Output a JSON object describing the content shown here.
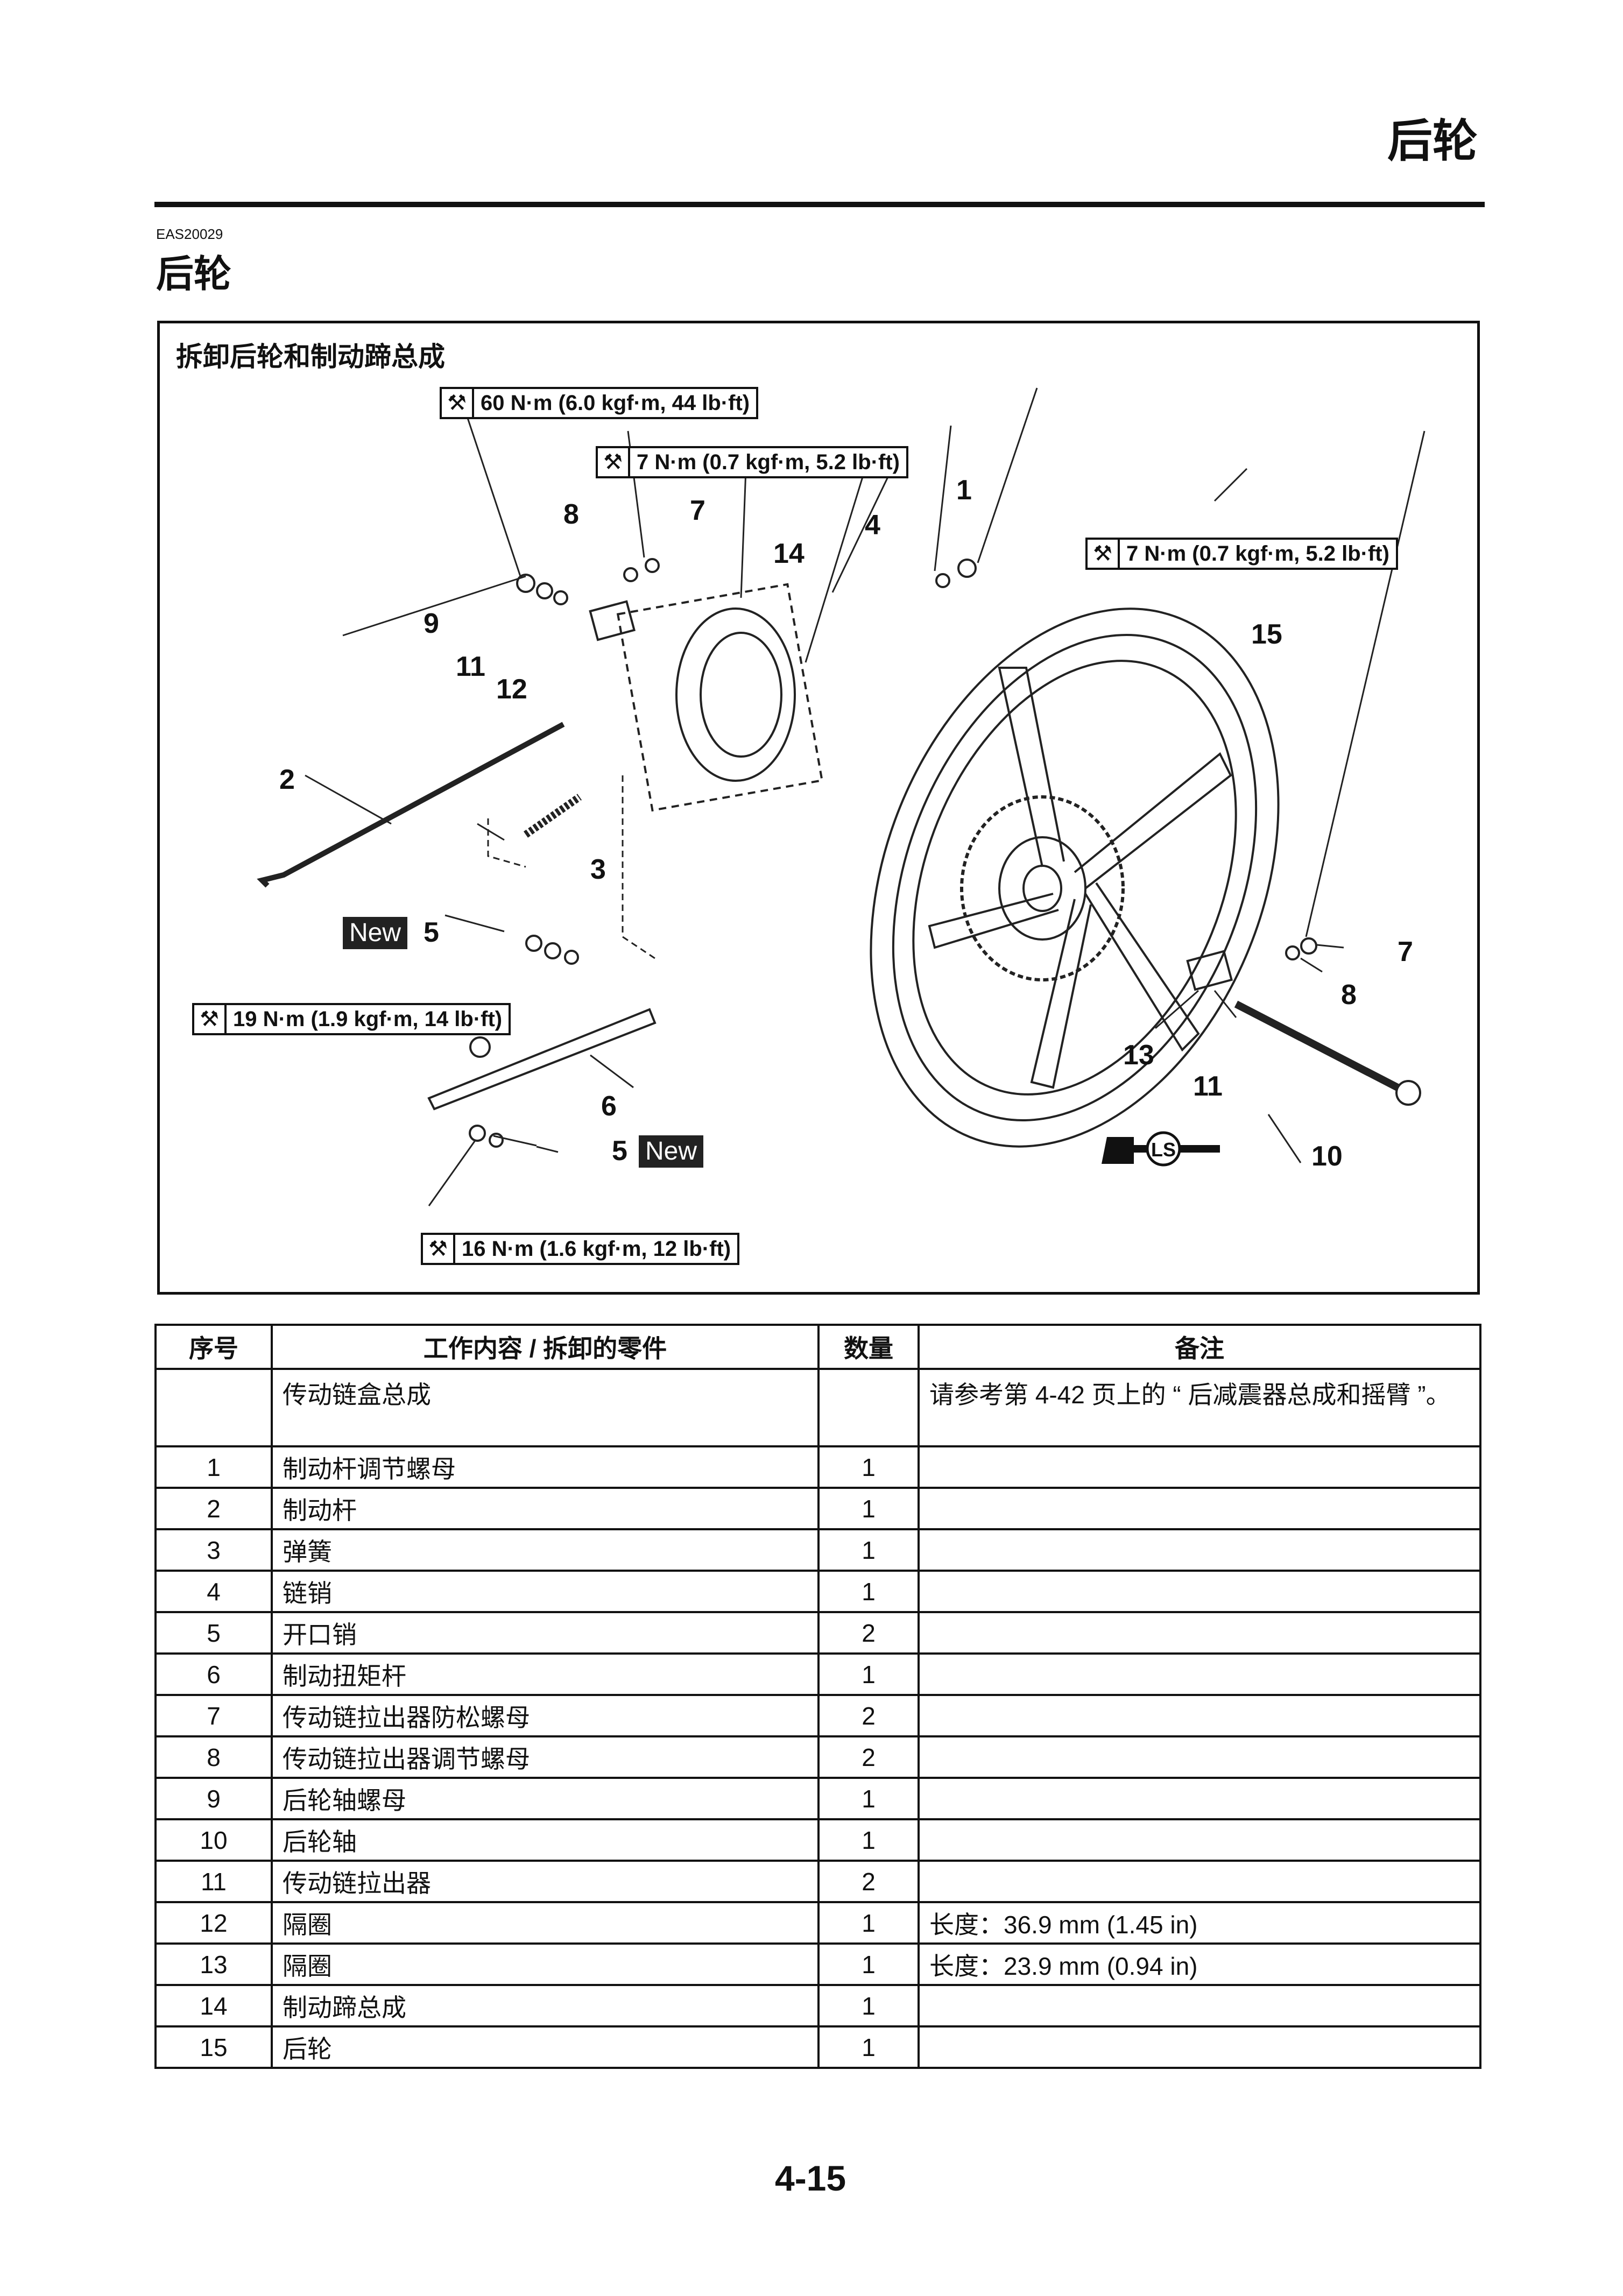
{
  "header": {
    "title": "后轮"
  },
  "doc_code": "EAS20029",
  "section_title": "后轮",
  "diagram": {
    "title": "拆卸后轮和制动蹄总成",
    "torques": [
      "60 N·m (6.0 kgf·m, 44 lb·ft)",
      "7 N·m (0.7 kgf·m, 5.2 lb·ft)",
      "7 N·m (0.7 kgf·m, 5.2 lb·ft)",
      "19 N·m (1.9 kgf·m, 14 lb·ft)",
      "16 N·m (1.6 kgf·m, 12 lb·ft)"
    ],
    "callouts": [
      "1",
      "2",
      "3",
      "4",
      "5",
      "5",
      "6",
      "7",
      "7",
      "8",
      "8",
      "9",
      "10",
      "11",
      "11",
      "12",
      "13",
      "14",
      "15"
    ],
    "new_label": "New",
    "ls_label": "LS"
  },
  "table": {
    "headers": [
      "序号",
      "工作内容 / 拆卸的零件",
      "数量",
      "备注"
    ],
    "rows": [
      {
        "no": "",
        "name": "传动链盒总成",
        "qty": "",
        "note": "请参考第 4-42 页上的 “ 后减震器总成和摇臂 ”。"
      },
      {
        "no": "1",
        "name": "制动杆调节螺母",
        "qty": "1",
        "note": ""
      },
      {
        "no": "2",
        "name": "制动杆",
        "qty": "1",
        "note": ""
      },
      {
        "no": "3",
        "name": "弹簧",
        "qty": "1",
        "note": ""
      },
      {
        "no": "4",
        "name": "链销",
        "qty": "1",
        "note": ""
      },
      {
        "no": "5",
        "name": "开口销",
        "qty": "2",
        "note": ""
      },
      {
        "no": "6",
        "name": "制动扭矩杆",
        "qty": "1",
        "note": ""
      },
      {
        "no": "7",
        "name": "传动链拉出器防松螺母",
        "qty": "2",
        "note": ""
      },
      {
        "no": "8",
        "name": "传动链拉出器调节螺母",
        "qty": "2",
        "note": ""
      },
      {
        "no": "9",
        "name": "后轮轴螺母",
        "qty": "1",
        "note": ""
      },
      {
        "no": "10",
        "name": "后轮轴",
        "qty": "1",
        "note": ""
      },
      {
        "no": "11",
        "name": "传动链拉出器",
        "qty": "2",
        "note": ""
      },
      {
        "no": "12",
        "name": "隔圈",
        "qty": "1",
        "note": "长度：36.9 mm (1.45 in)"
      },
      {
        "no": "13",
        "name": "隔圈",
        "qty": "1",
        "note": "长度：23.9 mm (0.94 in)"
      },
      {
        "no": "14",
        "name": "制动蹄总成",
        "qty": "1",
        "note": ""
      },
      {
        "no": "15",
        "name": "后轮",
        "qty": "1",
        "note": ""
      }
    ]
  },
  "page_number": "4-15"
}
